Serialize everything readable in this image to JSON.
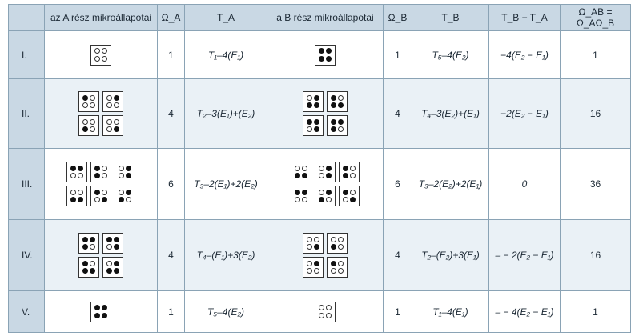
{
  "headers": [
    "",
    "az A rész mikroállapotai",
    "Ω_A",
    "T_A",
    "a B rész mikroállapotai",
    "Ω_B",
    "T_B",
    "T_B − T_A",
    "Ω_AB = Ω_AΩ_B"
  ],
  "rows": [
    {
      "label": "I.",
      "a_states": [
        "0000"
      ],
      "omega_a": "1",
      "t_a": "T₁–4(E₁)",
      "b_states": [
        "1111"
      ],
      "omega_b": "1",
      "t_b": "T₅–4(E₂)",
      "diff": "−4(E₂ − E₁)",
      "omega_ab": "1"
    },
    {
      "label": "II.",
      "a_states": [
        "1000",
        "0100",
        "0010",
        "0001"
      ],
      "omega_a": "4",
      "t_a": "T₂–3(E₁)+(E₂)",
      "b_states": [
        "0111",
        "1011",
        "1101",
        "1110"
      ],
      "omega_b": "4",
      "t_b": "T₄–3(E₂)+(E₁)",
      "diff": "−2(E₂ − E₁)",
      "omega_ab": "16"
    },
    {
      "label": "III.",
      "a_states": [
        "1100",
        "1010",
        "0101",
        "0011",
        "1001",
        "0110"
      ],
      "omega_a": "6",
      "t_a": "T₃–2(E₁)+2(E₂)",
      "b_states": [
        "0011",
        "0101",
        "1010",
        "1100",
        "0110",
        "1001"
      ],
      "omega_b": "6",
      "t_b": "T₃–2(E₂)+2(E₁)",
      "diff": "0",
      "omega_ab": "36"
    },
    {
      "label": "IV.",
      "a_states": [
        "1110",
        "1101",
        "1011",
        "0111"
      ],
      "omega_a": "4",
      "t_a": "T₄–(E₁)+3(E₂)",
      "b_states": [
        "0001",
        "0010",
        "0100",
        "1000"
      ],
      "omega_b": "4",
      "t_b": "T₂–(E₂)+3(E₁)",
      "diff": "– − 2(E₂ − E₁)",
      "omega_ab": "16"
    },
    {
      "label": "V.",
      "a_states": [
        "1111"
      ],
      "omega_a": "1",
      "t_a": "T₅–4(E₂)",
      "b_states": [
        "0000"
      ],
      "omega_b": "1",
      "t_b": "T₁–4(E₁)",
      "diff": "– − 4(E₂ − E₁)",
      "omega_ab": "1"
    }
  ]
}
